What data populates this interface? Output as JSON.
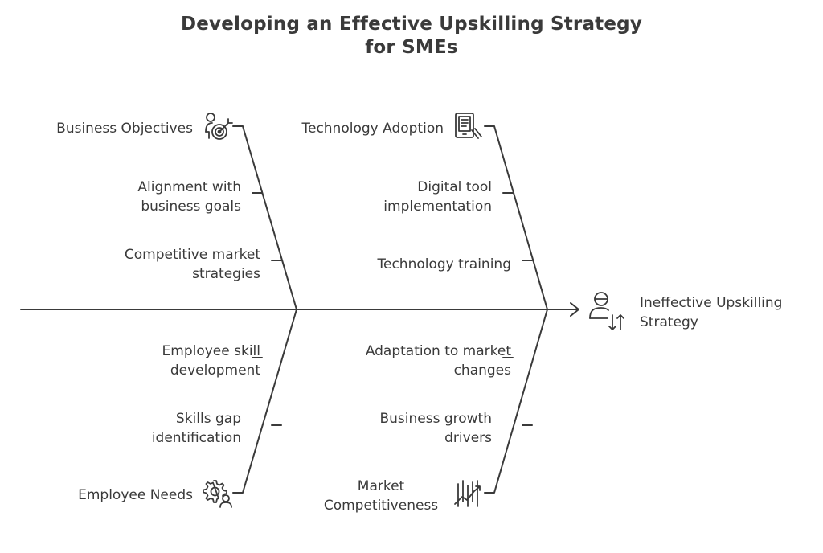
{
  "title": {
    "line1": "Developing an Effective Upskilling Strategy",
    "line2": "for SMEs"
  },
  "effect": {
    "line1": "Ineffective Upskilling",
    "line2": "Strategy",
    "icon": "person-arrows-icon"
  },
  "categories": {
    "business_objectives": {
      "label": "Business Objectives",
      "icon": "person-target-icon",
      "causes": [
        {
          "line1": "Alignment with",
          "line2": "business goals"
        },
        {
          "line1": "Competitive market",
          "line2": "strategies"
        }
      ]
    },
    "technology_adoption": {
      "label": "Technology Adoption",
      "icon": "tablet-document-icon",
      "causes": [
        {
          "line1": "Digital tool",
          "line2": "implementation"
        },
        {
          "line1": "Technology training"
        }
      ]
    },
    "employee_needs": {
      "label": "Employee Needs",
      "icon": "gear-person-icon",
      "causes": [
        {
          "line1": "Employee skill",
          "line2": "development"
        },
        {
          "line1": "Skills gap",
          "line2": "identification"
        }
      ]
    },
    "market_competitiveness": {
      "label_line1": "Market",
      "label_line2": "Competitiveness",
      "icon": "growth-chart-icon",
      "causes": [
        {
          "line1": "Adaptation to market",
          "line2": "changes"
        },
        {
          "line1": "Business growth",
          "line2": "drivers"
        }
      ]
    }
  }
}
